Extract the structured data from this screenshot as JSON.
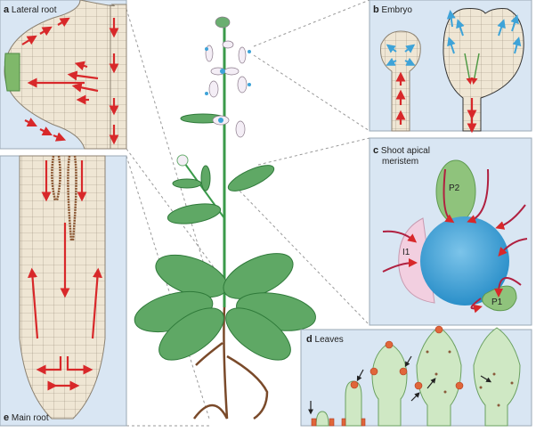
{
  "panels": {
    "a": {
      "letter": "a",
      "title": "Lateral root"
    },
    "b": {
      "letter": "b",
      "title": "Embryo"
    },
    "c": {
      "letter": "c",
      "title_line1": "Shoot apical",
      "title_line2": "meristem",
      "labels": [
        "P2",
        "I1",
        "P1"
      ]
    },
    "d": {
      "letter": "d",
      "title": "Leaves"
    },
    "e": {
      "letter": "e",
      "title": "Main root"
    }
  },
  "colors": {
    "auxin_flow": "#d8282a",
    "panel_bg": "#d9e6f3",
    "cell": "#efe6d4",
    "meristem": "#3ea3d8",
    "primordium": "#8fc37c"
  }
}
